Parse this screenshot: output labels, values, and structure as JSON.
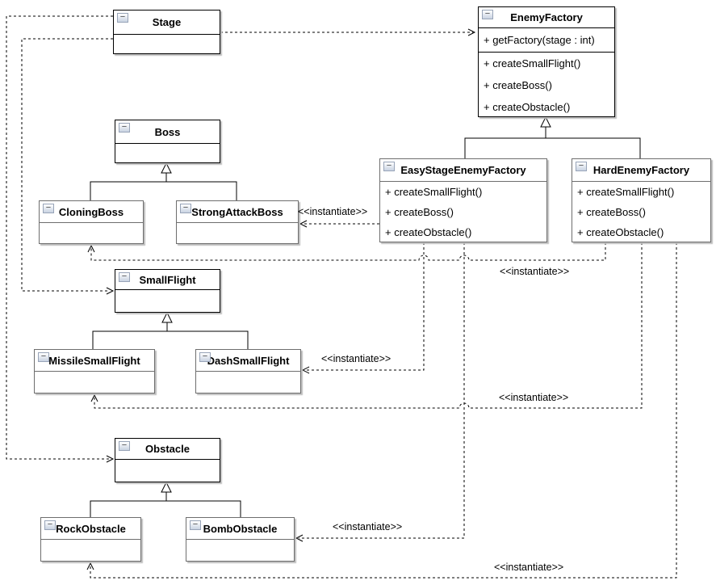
{
  "icons": {
    "collapse": "−"
  },
  "classes": {
    "stage": {
      "name": "Stage"
    },
    "enemy_factory": {
      "name": "EnemyFactory",
      "factory_method": "+ getFactory(stage : int)",
      "methods": [
        "+ createSmallFlight()",
        "+ createBoss()",
        "+ createObstacle()"
      ]
    },
    "easy_stage_enemy_factory": {
      "name": "EasyStageEnemyFactory",
      "methods": [
        "+ createSmallFlight()",
        "+ createBoss()",
        "+ createObstacle()"
      ]
    },
    "hard_enemy_factory": {
      "name": "HardEnemyFactory",
      "methods": [
        "+ createSmallFlight()",
        "+ createBoss()",
        "+ createObstacle()"
      ]
    },
    "boss": {
      "name": "Boss"
    },
    "cloning_boss": {
      "name": "CloningBoss"
    },
    "strong_attack_boss": {
      "name": "StrongAttackBoss"
    },
    "small_flight": {
      "name": "SmallFlight"
    },
    "missile_small_flight": {
      "name": "MissileSmallFlight"
    },
    "dash_small_flight": {
      "name": "DashSmallFlight"
    },
    "obstacle": {
      "name": "Obstacle"
    },
    "rock_obstacle": {
      "name": "RockObstacle"
    },
    "bomb_obstacle": {
      "name": "BombObstacle"
    }
  },
  "edges": [
    {
      "from": "Stage",
      "to": "EnemyFactory",
      "type": "dependency",
      "label": ""
    },
    {
      "from": "Stage",
      "to": "SmallFlight",
      "type": "dependency",
      "label": ""
    },
    {
      "from": "Stage",
      "to": "Obstacle",
      "type": "dependency",
      "label": ""
    },
    {
      "from": "EasyStageEnemyFactory",
      "to": "EnemyFactory",
      "type": "generalization",
      "label": ""
    },
    {
      "from": "HardEnemyFactory",
      "to": "EnemyFactory",
      "type": "generalization",
      "label": ""
    },
    {
      "from": "CloningBoss",
      "to": "Boss",
      "type": "generalization",
      "label": ""
    },
    {
      "from": "StrongAttackBoss",
      "to": "Boss",
      "type": "generalization",
      "label": ""
    },
    {
      "from": "MissileSmallFlight",
      "to": "SmallFlight",
      "type": "generalization",
      "label": ""
    },
    {
      "from": "DashSmallFlight",
      "to": "SmallFlight",
      "type": "generalization",
      "label": ""
    },
    {
      "from": "RockObstacle",
      "to": "Obstacle",
      "type": "generalization",
      "label": ""
    },
    {
      "from": "BombObstacle",
      "to": "Obstacle",
      "type": "generalization",
      "label": ""
    },
    {
      "from": "EasyStageEnemyFactory",
      "to": "StrongAttackBoss",
      "type": "instantiate",
      "label": "<<instantiate>>"
    },
    {
      "from": "EasyStageEnemyFactory",
      "to": "DashSmallFlight",
      "type": "instantiate",
      "label": "<<instantiate>>"
    },
    {
      "from": "EasyStageEnemyFactory",
      "to": "BombObstacle",
      "type": "instantiate",
      "label": "<<instantiate>>"
    },
    {
      "from": "HardEnemyFactory",
      "to": "CloningBoss",
      "type": "instantiate",
      "label": "<<instantiate>>"
    },
    {
      "from": "HardEnemyFactory",
      "to": "MissileSmallFlight",
      "type": "instantiate",
      "label": "<<instantiate>>"
    },
    {
      "from": "HardEnemyFactory",
      "to": "RockObstacle",
      "type": "instantiate",
      "label": "<<instantiate>>"
    }
  ],
  "colors": {
    "stroke": "#000000",
    "child_stroke": "#6e6e6e",
    "background": "#ffffff"
  }
}
